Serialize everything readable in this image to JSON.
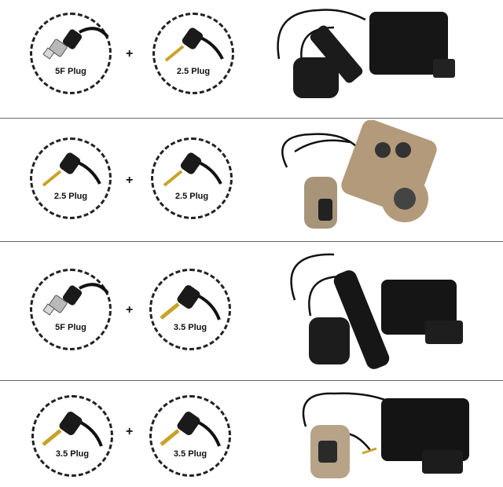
{
  "rows": [
    {
      "left_plug": {
        "label": "5F Plug",
        "icon": "sf-plug-icon"
      },
      "right_plug": {
        "label": "2.5 Plug",
        "icon": "2-5mm-plug-icon"
      },
      "connector": "+",
      "product": {
        "icon": "black-flashlight-laser-set-icon",
        "color": "#1a1a1a"
      }
    },
    {
      "left_plug": {
        "label": "2.5 Plug",
        "icon": "2-5mm-plug-icon"
      },
      "right_plug": {
        "label": "2.5 Plug",
        "icon": "2-5mm-plug-icon"
      },
      "connector": "+",
      "product": {
        "icon": "tan-laser-unit-icon",
        "color": "#b39a7a"
      }
    },
    {
      "left_plug": {
        "label": "5F Plug",
        "icon": "sf-plug-icon"
      },
      "right_plug": {
        "label": "3.5 Plug",
        "icon": "3-5mm-plug-icon"
      },
      "connector": "+",
      "product": {
        "icon": "black-flashlight-peq-set-icon",
        "color": "#1a1a1a"
      }
    },
    {
      "left_plug": {
        "label": "3.5 Plug",
        "icon": "3-5mm-plug-icon"
      },
      "right_plug": {
        "label": "3.5 Plug",
        "icon": "3-5mm-plug-icon"
      },
      "connector": "+",
      "product": {
        "icon": "black-peq-tan-switch-icon",
        "color": "#1a1a1a"
      }
    }
  ]
}
